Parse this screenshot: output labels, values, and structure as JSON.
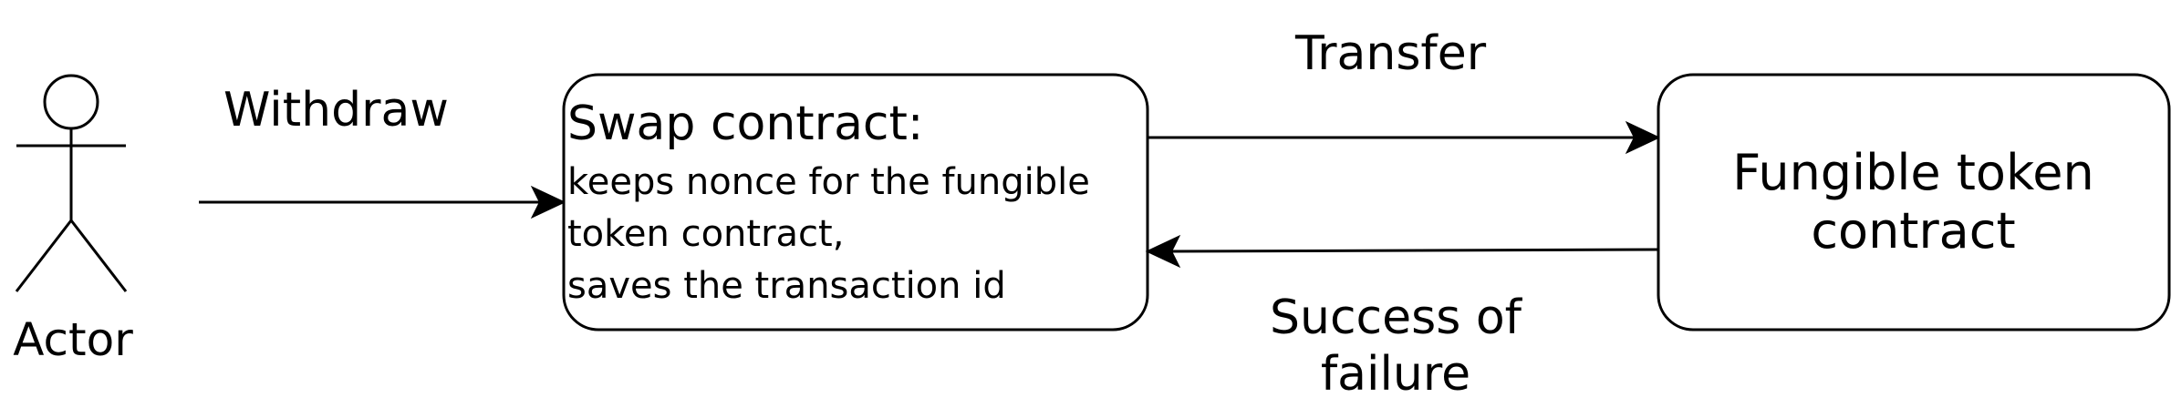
{
  "actor": {
    "label": "Actor"
  },
  "edges": {
    "withdraw": "Withdraw",
    "transfer": "Transfer",
    "success_line1": "Success of",
    "success_line2": "failure"
  },
  "swap_contract": {
    "title": "Swap contract:",
    "lines": [
      "keeps nonce for the fungible",
      "token contract,",
      "saves the transaction id"
    ]
  },
  "fungible_token_contract": {
    "lines": [
      "Fungible token",
      "contract"
    ]
  },
  "colors": {
    "stroke": "#000000",
    "background": "#ffffff"
  }
}
